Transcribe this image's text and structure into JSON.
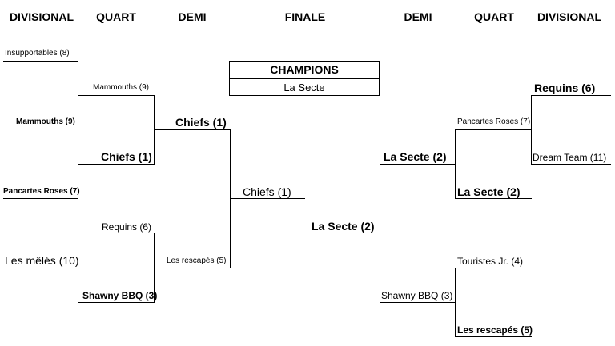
{
  "headers": {
    "left_divisional": "DIVISIONAL",
    "left_quart": "QUART",
    "left_demi": "DEMI",
    "finale": "FINALE",
    "right_demi": "DEMI",
    "right_quart": "QUART",
    "right_divisional": "DIVISIONAL"
  },
  "champions": {
    "label": "CHAMPIONS",
    "team": "La Secte"
  },
  "left": {
    "divisional": [
      "Insupportables (8)",
      "Mammouths (9)",
      "Pancartes Roses (7)",
      "Les mêlés (10)"
    ],
    "quart": [
      "Mammouths (9)",
      "Chiefs (1)",
      "Requins (6)",
      "Shawny BBQ (3)"
    ],
    "demi": [
      "Chiefs (1)",
      "Les rescapés (5)"
    ]
  },
  "finale": {
    "left": "Chiefs (1)",
    "right": "La Secte (2)"
  },
  "right": {
    "demi": [
      "La Secte (2)",
      "Shawny BBQ (3)"
    ],
    "quart": [
      "Pancartes Roses (7)",
      "La Secte (2)",
      "Touristes Jr. (4)",
      "Les rescapés (5)"
    ],
    "divisional": [
      "Requins (6)",
      "Dream Team (11)"
    ]
  }
}
